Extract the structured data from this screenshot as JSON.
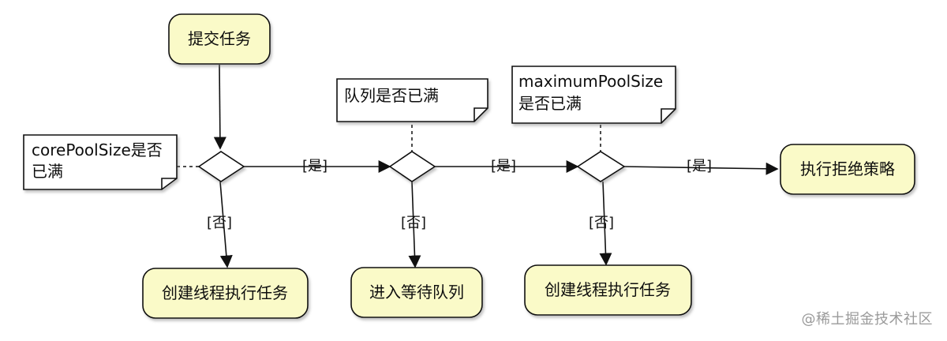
{
  "nodes": {
    "submit_task": "提交任务",
    "create_thread_core": "创建线程执行任务",
    "enqueue_wait": "进入等待队列",
    "create_thread_max": "创建线程执行任务",
    "reject_policy": "执行拒绝策略"
  },
  "notes": {
    "core_pool_line1": "corePoolSize是否",
    "core_pool_line2": "已满",
    "queue_full": "队列是否已满",
    "max_pool_line1": "maximumPoolSize",
    "max_pool_line2": "是否已满"
  },
  "labels": {
    "yes_1": "[是]",
    "yes_2": "[是]",
    "yes_3": "[是]",
    "no_1": "[否]",
    "no_2": "[否]",
    "no_3": "[否]"
  },
  "watermark": "@稀土掘金技术社区",
  "colors": {
    "node_fill": "#fafac8",
    "node_stroke": "#111111",
    "note_fill": "#ffffff",
    "note_shadow": "#b8b8b8",
    "line": "#111111"
  }
}
